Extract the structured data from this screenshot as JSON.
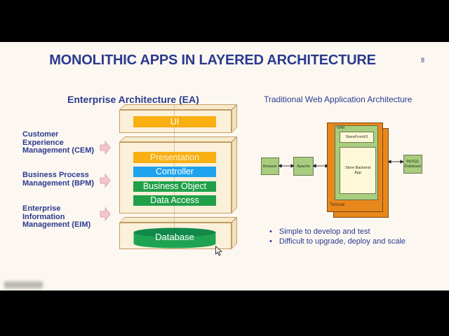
{
  "slide": {
    "title": "MONOLITHIC APPS IN LAYERED ARCHITECTURE",
    "page_number": "8"
  },
  "left_panel": {
    "heading": "Enterprise Architecture (EA)",
    "labels": [
      "Customer\nExperience\nManagement (CEM)",
      "Business Process\nManagement (BPM)",
      "Enterprise\nInformation\nManagement (EIM)"
    ],
    "layers": {
      "ui": "UI",
      "presentation": "Presentation",
      "controller": "Controller",
      "business_object": "Business Object",
      "data_access": "Data Access",
      "database": "Database"
    }
  },
  "right_panel": {
    "heading": "Traditional Web Application Architecture",
    "nodes": {
      "browser": "Browser",
      "apache": "Apache",
      "war": "WAR",
      "storefront_ui": "StoreFrontUI",
      "store_backend": "Store Backend\nApp",
      "tomcat": "Tomcat",
      "mysql": "MySQL\nDatabase"
    },
    "bullets": [
      "Simple to develop and test",
      "Difficult to upgrade, deploy and scale"
    ]
  },
  "colors": {
    "title_text": "#2B3A8F",
    "slide_background": "#FCF8F1",
    "layer_gold": "#F9AF12",
    "layer_blue": "#1FA3EE",
    "layer_green": "#21A04A",
    "database_green": "#1FA352",
    "container_cream": "#FBF0D9",
    "container_border": "#C39B62",
    "arrow_pink": "#F2C6CC",
    "node_green": "#A8CD7E",
    "tomcat_orange": "#E8871B",
    "app_yellow": "#FCF8D8"
  }
}
